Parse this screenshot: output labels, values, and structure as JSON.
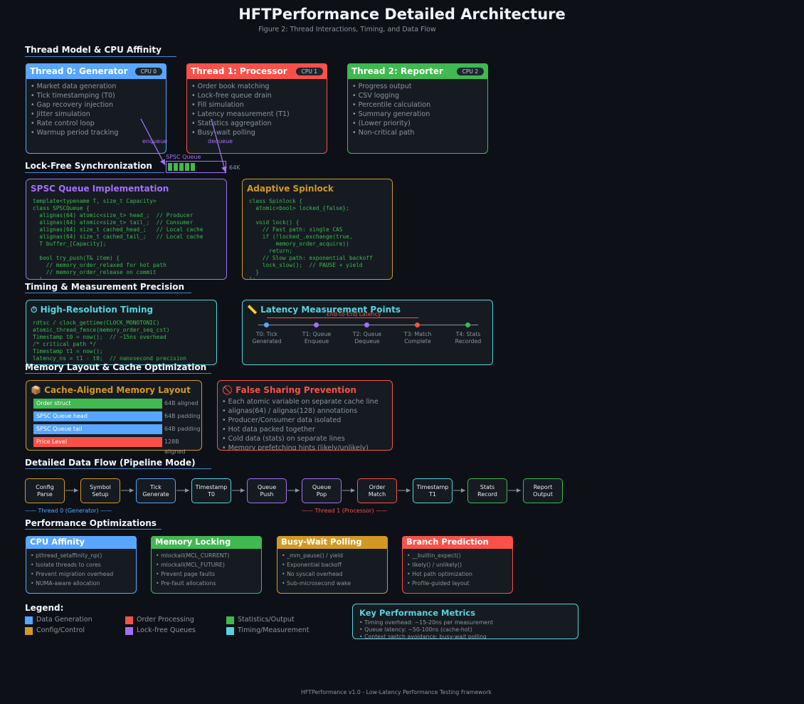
{
  "title": "HFTPerformance Detailed Architecture",
  "subtitle": "Figure 2: Thread Interactions, Timing, and Data Flow",
  "footer": "HFTPerformance v1.0 - Low-Latency Performance Testing Framework",
  "sections": {
    "thread_model": "Thread Model & CPU Affinity",
    "lockfree": "Lock-Free Synchronization",
    "timing": "Timing & Measurement Precision",
    "memory": "Memory Layout & Cache Optimization",
    "dataflow": "Detailed Data Flow (Pipeline Mode)",
    "perf": "Performance Optimizations"
  },
  "threads": [
    {
      "title": "Thread 0: Generator",
      "cpu": "CPU 0",
      "color": "#58a6ff",
      "items": [
        "Market data generation",
        "Tick timestamping (T0)",
        "Gap recovery injection",
        "Jitter simulation",
        "Rate control loop",
        "Warmup period tracking"
      ]
    },
    {
      "title": "Thread 1: Processor",
      "cpu": "CPU 1",
      "color": "#f85149",
      "items": [
        "Order book matching",
        "Lock-free queue drain",
        "Fill simulation",
        "Latency measurement (T1)",
        "Statistics aggregation",
        "Busy-wait polling"
      ]
    },
    {
      "title": "Thread 2: Reporter",
      "cpu": "CPU 2",
      "color": "#3fb950",
      "items": [
        "Progress output",
        "CSV logging",
        "Percentile calculation",
        "Summary generation",
        "(Lower priority)",
        "Non-critical path"
      ]
    }
  ],
  "queue": {
    "label": "SPSC Queue",
    "size": "64K",
    "enqueue": "enqueue",
    "dequeue": "dequeue",
    "filled_slots": 5,
    "total_slots": 10
  },
  "spsc": {
    "title": "SPSC Queue Implementation",
    "code": "template<typename T, size_t Capacity>\nclass SPSCQueue {\n  alignas(64) atomic<size_t> head_;  // Producer\n  alignas(64) atomic<size_t> tail_;  // Consumer\n  alignas(64) size_t cached_head_;   // Local cache\n  alignas(64) size_t cached_tail_;   // Local cache\n  T buffer_[Capacity];\n\n  bool try_push(T& item) {\n    // memory_order_relaxed for hot path\n    // memory_order_release on commit\n  }"
  },
  "spinlock": {
    "title": "Adaptive Spinlock",
    "code": "class Spinlock {\n  atomic<bool> locked_{false};\n\n  void lock() {\n    // Fast path: single CAS\n    if (!locked_.exchange(true,\n        memory_order_acquire))\n      return;\n    // Slow path: exponential backoff\n    lock_slow();  // PAUSE + yield\n  }\n};"
  },
  "hires": {
    "icon": "⏱",
    "title": "High-Resolution Timing",
    "code": "rdtsc / clock_gettime(CLOCK_MONOTONIC)\natomic_thread_fence(memory_order_seq_cst)\nTimestamp t0 = now();  // ~15ns overhead\n/* critical path */\nTimestamp t1 = now();\nlatency_ns = t1 - t0;  // nanosecond precision"
  },
  "latency": {
    "icon": "📏",
    "title": "Latency Measurement Points",
    "e2e": "End-to-End Latency",
    "points": [
      {
        "label1": "T0: Tick",
        "label2": "Generated",
        "color": "#58a6ff"
      },
      {
        "label1": "T1: Queue",
        "label2": "Enqueue",
        "color": "#a371f7"
      },
      {
        "label1": "T2: Queue",
        "label2": "Dequeue",
        "color": "#a371f7"
      },
      {
        "label1": "T3: Match",
        "label2": "Complete",
        "color": "#f85149"
      },
      {
        "label1": "T4: Stats",
        "label2": "Recorded",
        "color": "#3fb950"
      }
    ]
  },
  "cache_layout": {
    "icon": "📦",
    "title": "Cache-Aligned Memory Layout",
    "rows": [
      {
        "name": "Order struct",
        "note": "64B aligned",
        "color": "#3fb950"
      },
      {
        "name": "SPSC Queue head",
        "note": "64B padding",
        "color": "#58a6ff"
      },
      {
        "name": "SPSC Queue tail",
        "note": "64B padding",
        "color": "#58a6ff"
      },
      {
        "name": "Price Level",
        "note": "128B aligned",
        "color": "#f85149"
      }
    ]
  },
  "false_sharing": {
    "icon": "🚫",
    "title": "False Sharing Prevention",
    "items": [
      "Each atomic variable on separate cache line",
      "alignas(64) / alignas(128) annotations",
      "Producer/Consumer data isolated",
      "Hot data packed together",
      "Cold data (stats) on separate lines",
      "Memory prefetching hints (likely/unlikely)"
    ]
  },
  "flow": [
    {
      "l1": "Config",
      "l2": "Parse",
      "color": "#d29922"
    },
    {
      "l1": "Symbol",
      "l2": "Setup",
      "color": "#d29922"
    },
    {
      "l1": "Tick",
      "l2": "Generate",
      "color": "#58a6ff"
    },
    {
      "l1": "Timestamp",
      "l2": "T0",
      "color": "#56d4dd"
    },
    {
      "l1": "Queue",
      "l2": "Push",
      "color": "#a371f7"
    },
    {
      "l1": "Queue",
      "l2": "Pop",
      "color": "#a371f7"
    },
    {
      "l1": "Order",
      "l2": "Match",
      "color": "#f85149"
    },
    {
      "l1": "Timestamp",
      "l2": "T1",
      "color": "#56d4dd"
    },
    {
      "l1": "Stats",
      "l2": "Record",
      "color": "#3fb950"
    },
    {
      "l1": "Report",
      "l2": "Output",
      "color": "#3fb950"
    }
  ],
  "flow_groups": {
    "t0": "Thread 0 (Generator)",
    "t1": "Thread 1 (Processor)"
  },
  "optimizations": [
    {
      "title": "CPU Affinity",
      "color": "#58a6ff",
      "items": [
        "pthread_setaffinity_np()",
        "Isolate threads to cores",
        "Prevent migration overhead",
        "NUMA-aware allocation"
      ]
    },
    {
      "title": "Memory Locking",
      "color": "#3fb950",
      "items": [
        "mlockall(MCL_CURRENT)",
        "mlockall(MCL_FUTURE)",
        "Prevent page faults",
        "Pre-fault allocations"
      ]
    },
    {
      "title": "Busy-Wait Polling",
      "color": "#d29922",
      "items": [
        "_mm_pause() / yield",
        "Exponential backoff",
        "No syscall overhead",
        "Sub-microsecond wake"
      ]
    },
    {
      "title": "Branch Prediction",
      "color": "#f85149",
      "items": [
        "__builtin_expect()",
        "likely() / unlikely()",
        "Hot path optimization",
        "Profile-guided layout"
      ]
    }
  ],
  "legend": {
    "title": "Legend:",
    "items": [
      {
        "label": "Data Generation",
        "color": "#58a6ff"
      },
      {
        "label": "Order Processing",
        "color": "#f85149"
      },
      {
        "label": "Statistics/Output",
        "color": "#3fb950"
      },
      {
        "label": "Config/Control",
        "color": "#d29922"
      },
      {
        "label": "Lock-free Queues",
        "color": "#a371f7"
      },
      {
        "label": "Timing/Measurement",
        "color": "#56d4dd"
      }
    ]
  },
  "metrics": {
    "title": "Key Performance Metrics",
    "items": [
      "Timing overhead: ~15-20ns per measurement",
      "Queue latency: ~50-100ns (cache-hot)",
      "Context switch avoidance: busy-wait polling"
    ]
  }
}
